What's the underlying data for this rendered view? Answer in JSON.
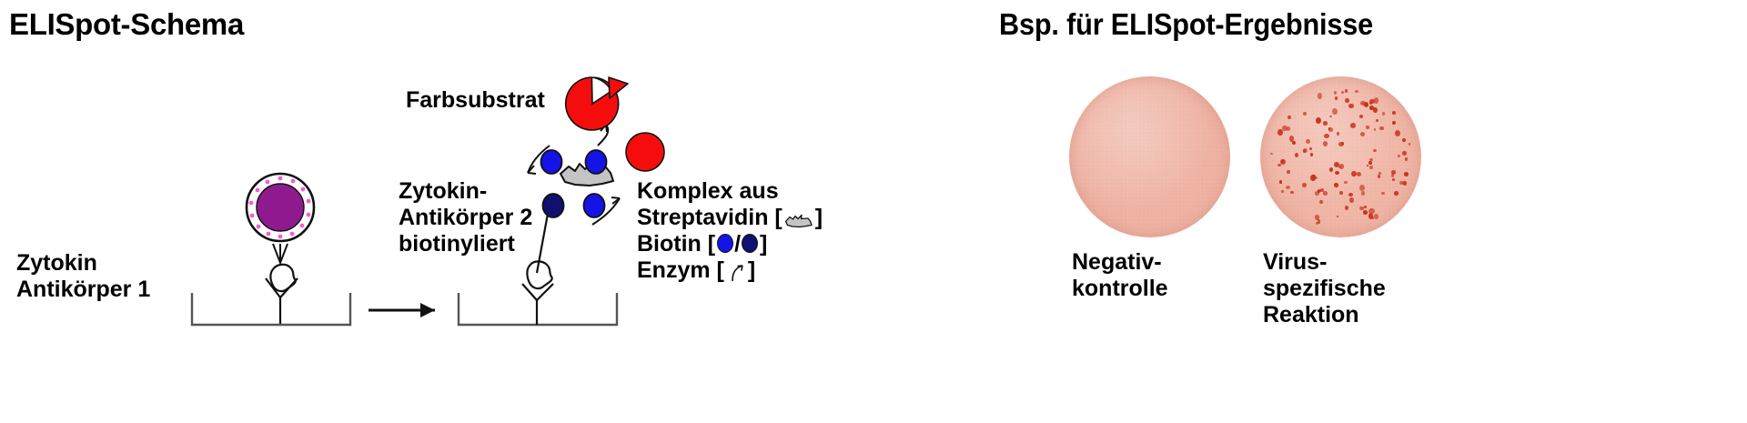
{
  "titles": {
    "left": "ELISpot-Schema",
    "right": "Bsp. für ELISpot-Ergebnisse"
  },
  "schema": {
    "labels": {
      "cytokine": "Zytokin",
      "antibody1": "Antikörper 1",
      "colour_substrate": "Farbsubstrat",
      "antibody2_line1": "Zytokin-",
      "antibody2_line2": "Antikörper 2",
      "antibody2_line3": "biotinyliert"
    },
    "legend": {
      "heading": "Komplex aus",
      "streptavidin_pre": "Streptavidin [",
      "streptavidin_post": "]",
      "biotin_pre": "Biotin [",
      "biotin_sep": "/",
      "biotin_post": "]",
      "enzym_pre": "Enzym [",
      "enzym_post": "]"
    },
    "colors": {
      "nucleus": "#8e1a8e",
      "cytoplasm_dots": "#ef5fd6",
      "substrate_red": "#f50d0d",
      "biotin_bright": "#1414e6",
      "biotin_dark": "#101070",
      "streptavidin_gray": "#c4c4c4",
      "outline": "#111111"
    }
  },
  "results": {
    "negative": {
      "caption_line1": "Negativ-",
      "caption_line2": "kontrolle",
      "spot_count": 0,
      "well_color": "#eeb2a2"
    },
    "virus": {
      "caption_line1": "Virus-",
      "caption_line2": "spezifische",
      "caption_line3": "Reaktion",
      "spot_count": 118,
      "well_color": "#efb4a4",
      "spot_color": "#c8321c"
    }
  }
}
